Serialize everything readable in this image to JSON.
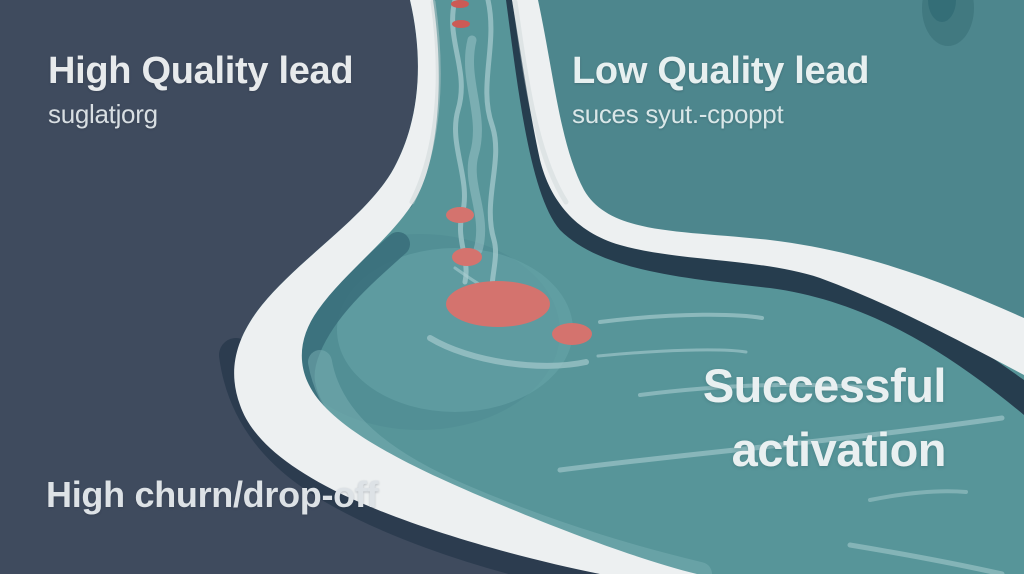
{
  "scene": {
    "description": "Stylized river / funnel illustration: a narrow stream of leads flows between white banks into a wide delta",
    "labels": {
      "top_left": {
        "title": "High Quality lead",
        "subtitle": "suglatjorg"
      },
      "top_right": {
        "title": "Low Quality lead",
        "subtitle": "suces syut.-cpoppt"
      },
      "bottom_left": {
        "title": "High churn/drop-off"
      },
      "bottom_right": {
        "line1": "Successful",
        "line2": "activation"
      }
    },
    "colors": {
      "background_teal": "#4d868d",
      "river_teal": "#579599",
      "river_light": "#68a5aa",
      "river_mid": "#4f8b92",
      "bank_white": "#edf0f1",
      "shadow_navy": "#24384a",
      "shadow_navy_left": "#2a3b4e",
      "slate_dark": "#3f4b5e",
      "dot_coral": "#d4736e",
      "dot_coral_small": "#cc5a55",
      "smudge_teal": "#3e747c"
    }
  }
}
